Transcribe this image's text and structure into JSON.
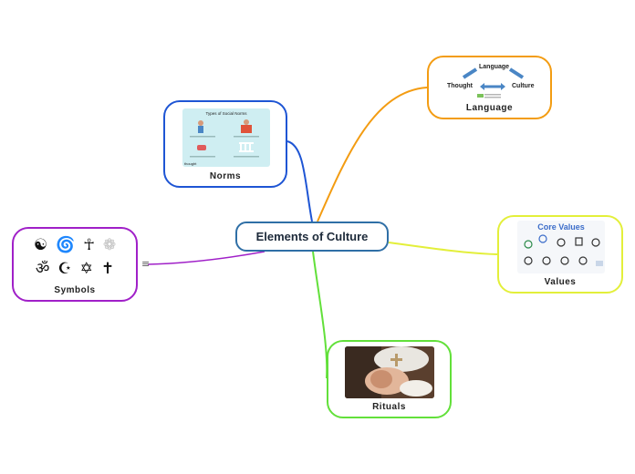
{
  "central": {
    "title": "Elements of Culture"
  },
  "branches": {
    "norms": {
      "label": "Norms",
      "color": "#1e55d4"
    },
    "language": {
      "label": "Language",
      "color": "#f39c12"
    },
    "values": {
      "label": "Values",
      "color": "#e3ef3a"
    },
    "symbols": {
      "label": "Symbols",
      "color": "#a020c8"
    },
    "rituals": {
      "label": "Rituals",
      "color": "#62e03a"
    }
  },
  "norms_image": {
    "title": "Types of Social Norms",
    "footer": "thought"
  },
  "language_image": {
    "words": {
      "top": "Language",
      "left": "Thought",
      "right": "Culture"
    }
  },
  "values_image": {
    "title": "Core Values"
  },
  "symbols_image": {
    "row1": [
      "☯",
      "🌀",
      "☥",
      "❁"
    ],
    "row2": [
      "ॐ",
      "☪",
      "✡",
      "✝"
    ]
  },
  "notes_icon": "≡"
}
